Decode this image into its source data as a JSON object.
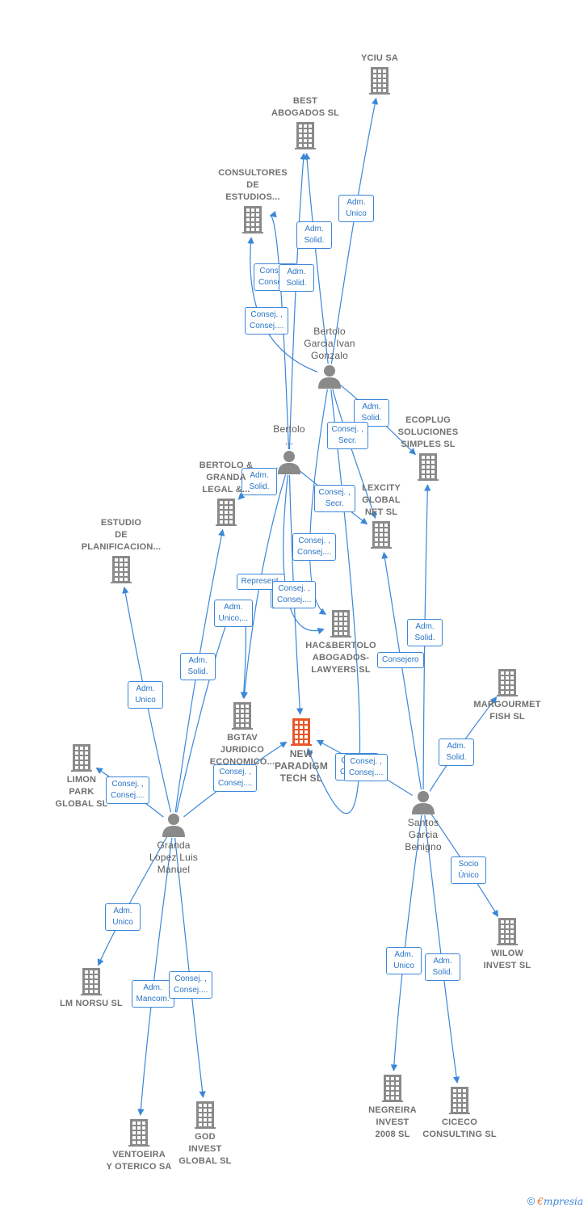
{
  "colors": {
    "edge": "#3b87d8",
    "company": "#8a8a8a",
    "main": "#e8572a",
    "person": "#8a8a8a",
    "label_text": "#707070"
  },
  "nodes": [
    {
      "id": "yciu",
      "type": "company",
      "label": "YCIU SA"
    },
    {
      "id": "best",
      "type": "company",
      "label": "BEST\nABOGADOS  SL"
    },
    {
      "id": "consultores",
      "type": "company",
      "label": "CONSULTORES\nDE\nESTUDIOS..."
    },
    {
      "id": "bertolo_ivan",
      "type": "person",
      "label": "Bertolo\nGarcia Ivan\nGonzalo"
    },
    {
      "id": "ecoplug",
      "type": "company",
      "label": "ECOPLUG\nSOLUCIONES\nSIMPLES  SL"
    },
    {
      "id": "bertolo2",
      "type": "person",
      "label": "Bertolo\n..."
    },
    {
      "id": "bertolo_granda",
      "type": "company",
      "label": "BERTOLO &\nGRANDA\nLEGAL &..."
    },
    {
      "id": "lexcity",
      "type": "company",
      "label": "LEXCITY\nGLOBAL\nNET  SL"
    },
    {
      "id": "estudio",
      "type": "company",
      "label": "ESTUDIO\nDE\nPLANIFICACION..."
    },
    {
      "id": "hacbertolo",
      "type": "company",
      "label": "HAC&BERTOLO\nABOGADOS-\nLAWYERS  SL"
    },
    {
      "id": "margourmet",
      "type": "company",
      "label": "MARGOURMET\nFISH  SL"
    },
    {
      "id": "bgtav",
      "type": "company",
      "label": "BGTAV\nJURIDICO\nECONOMICO..."
    },
    {
      "id": "newparadigm",
      "type": "main",
      "label": "NEW\nPARADIGM\nTECH  SL"
    },
    {
      "id": "limon",
      "type": "company",
      "label": "LIMON\nPARK\nGLOBAL  SL"
    },
    {
      "id": "santos",
      "type": "person",
      "label": "Santos\nGarcia\nBenigno"
    },
    {
      "id": "granda",
      "type": "person",
      "label": "Granda\nLopez Luis\nManuel"
    },
    {
      "id": "wilow",
      "type": "company",
      "label": "WILOW\nINVEST SL"
    },
    {
      "id": "lmnorsu",
      "type": "company",
      "label": "LM NORSU  SL"
    },
    {
      "id": "negreira",
      "type": "company",
      "label": "NEGREIRA\nINVEST\n2008 SL"
    },
    {
      "id": "ciceco",
      "type": "company",
      "label": "CICECO\nCONSULTING SL"
    },
    {
      "id": "god",
      "type": "company",
      "label": "GOD\nINVEST\nGLOBAL  SL"
    },
    {
      "id": "ventoeira",
      "type": "company",
      "label": "VENTOEIRA\nY OTERICO SA"
    }
  ],
  "edges": [
    {
      "from": "bertolo_ivan",
      "to": "yciu",
      "label": "Adm.\nUnico"
    },
    {
      "from": "bertolo_ivan",
      "to": "best",
      "label": "Adm.\nSolid."
    },
    {
      "from": "bertolo_ivan",
      "to": "consultores",
      "label": "Consej. ,\nConsej...."
    },
    {
      "from": "bertolo_ivan",
      "to": "ecoplug",
      "label": "Adm.\nSolid."
    },
    {
      "from": "bertolo_ivan",
      "to": "lexcity",
      "label": "Consej. ,\nSecr."
    },
    {
      "from": "bertolo_ivan",
      "to": "hacbertolo",
      "label": "Consej. ,\nConsej...."
    },
    {
      "from": "bertolo_ivan",
      "to": "newparadigm",
      "label": "Consej. ,\nConsej...."
    },
    {
      "from": "bertolo2",
      "to": "consultores",
      "label": "Consej. ,\nConsej...."
    },
    {
      "from": "bertolo2",
      "to": "best",
      "label": "Adm.\nSolid."
    },
    {
      "from": "bertolo2",
      "to": "bertolo_granda",
      "label": "Adm.\nSolid."
    },
    {
      "from": "bertolo2",
      "to": "lexcity",
      "label": "Consej. ,\nSecr."
    },
    {
      "from": "bertolo2",
      "to": "hacbertolo",
      "label": "Consej. ,\nConsej...."
    },
    {
      "from": "bertolo2",
      "to": "bgtav",
      "label": "Represent."
    },
    {
      "from": "bertolo2",
      "to": "newparadigm",
      "label": "Consej. ,\nConsej...."
    },
    {
      "from": "granda",
      "to": "estudio",
      "label": "Adm.\nUnico"
    },
    {
      "from": "granda",
      "to": "bertolo_granda",
      "label": "Adm.\nSolid."
    },
    {
      "from": "granda",
      "to": "bgtav",
      "label": "Adm.\nUnico,..."
    },
    {
      "from": "granda",
      "to": "newparadigm",
      "label": "Consej. ,\nConsej...."
    },
    {
      "from": "granda",
      "to": "limon",
      "label": "Consej. ,\nConsej...."
    },
    {
      "from": "granda",
      "to": "lmnorsu",
      "label": "Adm.\nUnico"
    },
    {
      "from": "granda",
      "to": "ventoeira",
      "label": "Adm.\nMancom."
    },
    {
      "from": "granda",
      "to": "god",
      "label": "Consej. ,\nConsej...."
    },
    {
      "from": "santos",
      "to": "ecoplug",
      "label": "Adm.\nSolid."
    },
    {
      "from": "santos",
      "to": "lexcity",
      "label": "Consejero"
    },
    {
      "from": "santos",
      "to": "margourmet",
      "label": "Adm.\nSolid."
    },
    {
      "from": "santos",
      "to": "newparadigm",
      "label": "Consej. ,\nConsej...."
    },
    {
      "from": "santos",
      "to": "wilow",
      "label": "Socio\nÚnico"
    },
    {
      "from": "santos",
      "to": "negreira",
      "label": "Adm.\nUnico"
    },
    {
      "from": "santos",
      "to": "ciceco",
      "label": "Adm.\nSolid."
    }
  ],
  "brand": {
    "copyright": "©",
    "e": "€",
    "rest": "mpresia"
  }
}
